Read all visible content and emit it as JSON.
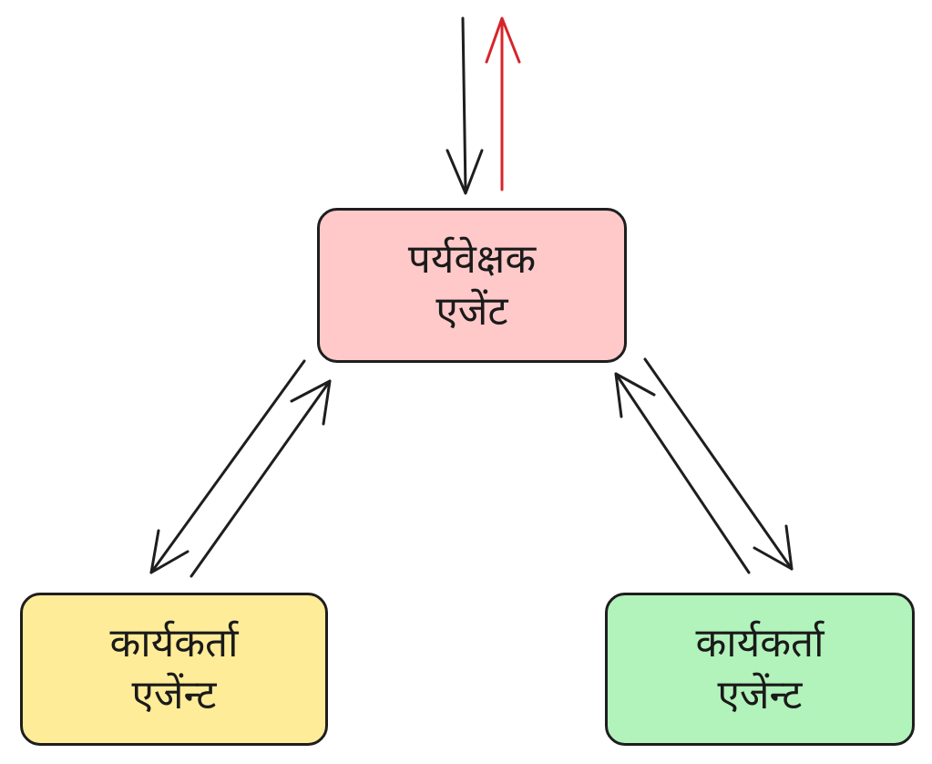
{
  "colors": {
    "stroke": "#1e1e1e",
    "accent_arrow": "#d6252a",
    "supervisor_fill": "#ffc9c9",
    "worker_left_fill": "#ffec99",
    "worker_right_fill": "#b2f2bb"
  },
  "nodes": {
    "supervisor": {
      "line1": "पर्यवेक्षक",
      "line2": "एजेंट"
    },
    "worker_left": {
      "line1": "कार्यकर्ता",
      "line2": "एजेंन्ट"
    },
    "worker_right": {
      "line1": "कार्यकर्ता",
      "line2": "एजेंन्ट"
    }
  },
  "edges": [
    {
      "from": "external",
      "to": "supervisor",
      "color": "stroke"
    },
    {
      "from": "supervisor",
      "to": "external",
      "color": "accent_arrow"
    },
    {
      "from": "supervisor",
      "to": "worker_left",
      "color": "stroke"
    },
    {
      "from": "worker_left",
      "to": "supervisor",
      "color": "stroke"
    },
    {
      "from": "supervisor",
      "to": "worker_right",
      "color": "stroke"
    },
    {
      "from": "worker_right",
      "to": "supervisor",
      "color": "stroke"
    }
  ]
}
